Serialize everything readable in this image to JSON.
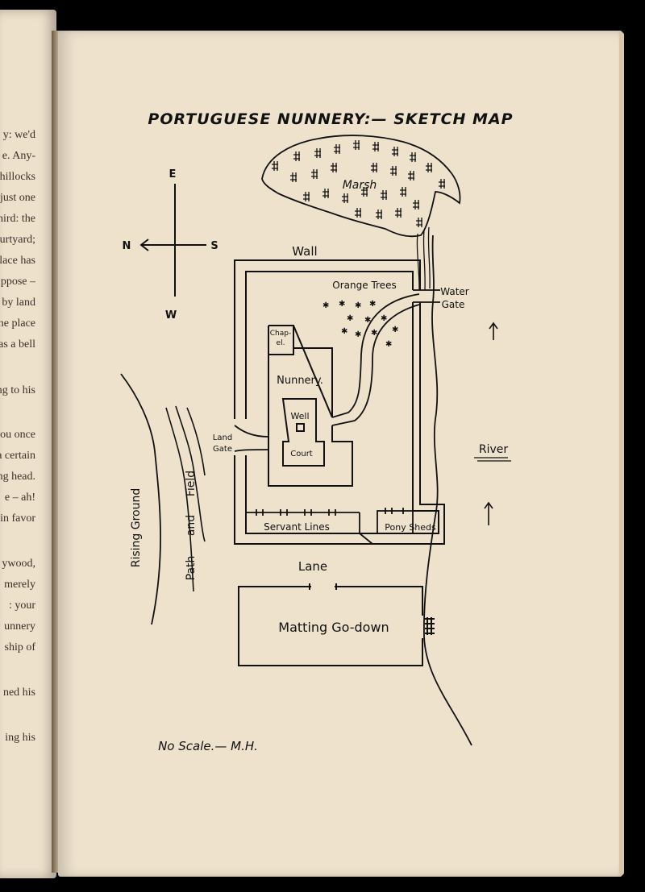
{
  "map": {
    "title": "PORTUGUESE NUNNERY:— SKETCH MAP",
    "compass": {
      "north": "N",
      "south": "S",
      "east": "E",
      "west": "W"
    },
    "labels": {
      "marsh": "Marsh",
      "wall": "Wall",
      "orange_trees": "Orange Trees",
      "water_gate_1": "Water",
      "water_gate_2": "Gate",
      "chapel_1": "Chap-",
      "chapel_2": "el.",
      "nunnery": "Nunnery.",
      "well": "Well",
      "court": "Court",
      "land_gate_1": "Land",
      "land_gate_2": "Gate",
      "river": "River",
      "rising_ground": "Rising Ground",
      "path": "Path",
      "and": "and",
      "field": "Field",
      "servant_lines": "Servant Lines",
      "pony_sheds": "Pony Sheds",
      "lane": "Lane",
      "matting_godown": "Matting Go-down"
    },
    "footer": "No Scale.— M.H."
  },
  "left_page_lines": [
    "y: we'd",
    "e. Any-",
    "hillocks",
    "just one",
    "hird: the",
    "urtyard;",
    "place has",
    "ppose –",
    "by land",
    "the place",
    "as a bell",
    "ng to his",
    "you once",
    "a certain",
    "ng head.",
    "e – ah!",
    "in favor",
    "ywood,",
    "merely",
    ": your",
    "unnery",
    "ship of",
    "ned his",
    "ing his"
  ]
}
